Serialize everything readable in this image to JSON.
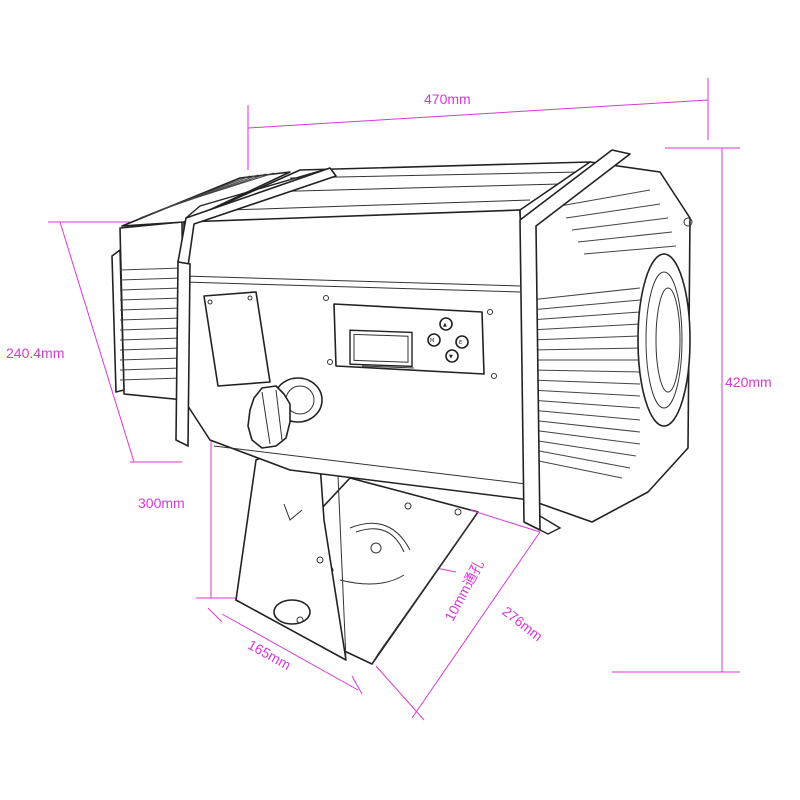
{
  "dimensions": {
    "width_total": "470mm",
    "height_total": "420mm",
    "body_height": "240.4mm",
    "stand_height": "300mm",
    "base_width": "165mm",
    "base_depth": "276mm",
    "hole_label": "10mm通孔"
  },
  "colors": {
    "dimension": "#d63ad6",
    "outline": "#222222",
    "background": "#ffffff"
  },
  "icons": {
    "control_buttons": [
      "up-button-icon",
      "menu-button-icon",
      "enter-button-icon",
      "down-button-icon"
    ]
  }
}
